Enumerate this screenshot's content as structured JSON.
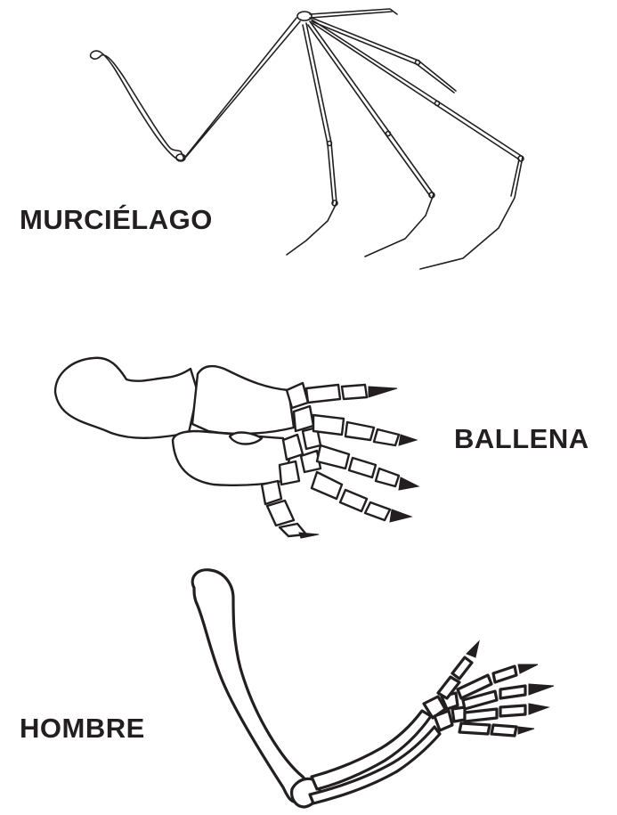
{
  "labels": {
    "bat": "MURCIÉLAGO",
    "whale": "BALLENA",
    "human": "HOMBRE"
  },
  "colors": {
    "ink": "#231f20",
    "background": "#ffffff"
  }
}
